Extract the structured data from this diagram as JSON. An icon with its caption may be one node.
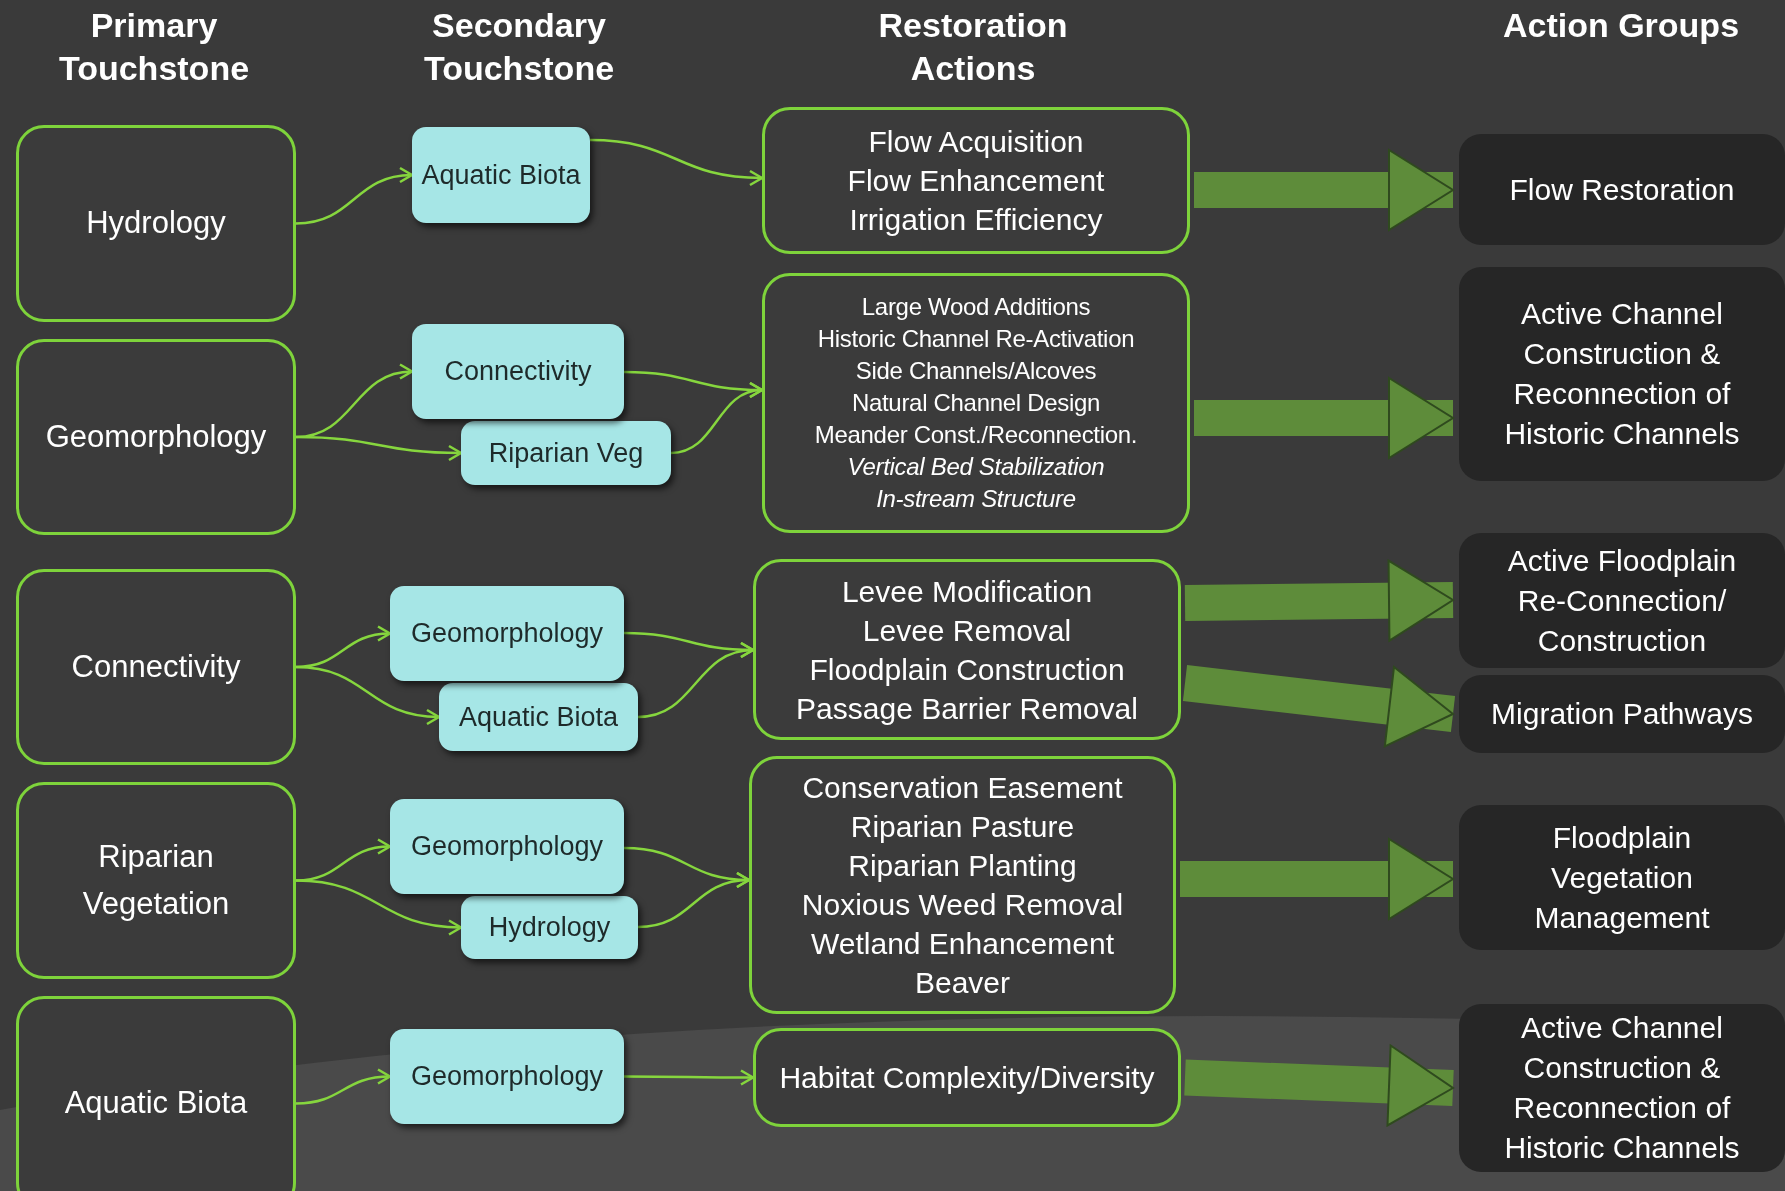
{
  "diagram": {
    "nodes": [
      {
        "text": [
          "Hydrology"
        ]
      },
      {
        "text": [
          "Aquatic Biota"
        ]
      },
      {
        "text": [
          "Flow Acquisition",
          "Flow Enhancement",
          "Irrigation Efficiency"
        ]
      },
      {
        "text": [
          "Flow Restoration"
        ]
      },
      {
        "text": [
          "Geomorphology"
        ]
      },
      {
        "text": [
          "Connectivity"
        ]
      },
      {
        "text": [
          "Riparian Veg"
        ]
      },
      {
        "text": [
          "Large Wood Additions",
          "Historic Channel Re-Activation",
          "Side Channels/Alcoves",
          "Natural Channel Design",
          "Meander Const./Reconnection.",
          "*Vertical Bed Stabilization*",
          "*In-stream Structure*"
        ]
      },
      {
        "text": [
          "Active Channel Construction & Reconnection of Historic Channels"
        ]
      },
      {
        "text": [
          "Connectivity"
        ]
      },
      {
        "text": [
          "Geomorphology"
        ]
      },
      {
        "text": [
          "Aquatic Biota"
        ]
      },
      {
        "text": [
          "Levee Modification",
          "Levee Removal",
          "Floodplain Construction",
          "Passage Barrier Removal"
        ]
      },
      {
        "text": [
          "Active Floodplain Re-Connection/ Construction"
        ]
      },
      {
        "text": [
          "Migration Pathways"
        ]
      },
      {
        "text": [
          "Riparian Vegetation"
        ]
      },
      {
        "text": [
          "Geomorphology"
        ]
      },
      {
        "text": [
          "Hydrology"
        ]
      },
      {
        "text": [
          "Conservation Easement",
          "Riparian Pasture",
          "Riparian Planting",
          "Noxious  Weed Removal",
          "Wetland Enhancement",
          "Beaver"
        ]
      },
      {
        "text": [
          "Floodplain Vegetation Management"
        ]
      },
      {
        "text": [
          "Aquatic Biota"
        ]
      },
      {
        "text": [
          "Geomorphology"
        ]
      },
      {
        "text": [
          "Habitat Complexity/Diversity"
        ]
      },
      {
        "text": [
          "Active Channel Construction & Reconnection of Historic Channels"
        ]
      }
    ],
    "edges": [
      {
        "from": 0,
        "to": 1,
        "arrow": "to"
      },
      {
        "from": 1,
        "to": 2,
        "arrow": "to"
      },
      {
        "from": 2,
        "to": 3,
        "arrow": "to",
        "style": "thick",
        "color": "#5e8c3a"
      },
      {
        "from": 4,
        "to": 5,
        "arrow": "to"
      },
      {
        "from": 4,
        "to": 6,
        "arrow": "to"
      },
      {
        "from": 5,
        "to": 7,
        "arrow": "to"
      },
      {
        "from": 6,
        "to": 7,
        "arrow": "to"
      },
      {
        "from": 7,
        "to": 8,
        "arrow": "to",
        "style": "thick",
        "color": "#5e8c3a"
      },
      {
        "from": 9,
        "to": 10,
        "arrow": "to"
      },
      {
        "from": 9,
        "to": 11,
        "arrow": "to"
      },
      {
        "from": 10,
        "to": 12,
        "arrow": "to"
      },
      {
        "from": 11,
        "to": 12,
        "arrow": "to"
      },
      {
        "from": 12,
        "to": 13,
        "arrow": "to",
        "style": "thick",
        "color": "#5e8c3a"
      },
      {
        "from": 12,
        "to": 14,
        "arrow": "to",
        "style": "thick",
        "color": "#5e8c3a"
      },
      {
        "from": 15,
        "to": 16,
        "arrow": "to"
      },
      {
        "from": 15,
        "to": 17,
        "arrow": "to"
      },
      {
        "from": 16,
        "to": 18,
        "arrow": "to"
      },
      {
        "from": 17,
        "to": 18,
        "arrow": "to"
      },
      {
        "from": 18,
        "to": 19,
        "arrow": "to",
        "style": "thick",
        "color": "#5e8c3a"
      },
      {
        "from": 20,
        "to": 21,
        "arrow": "to"
      },
      {
        "from": 21,
        "to": 22,
        "arrow": "to"
      },
      {
        "from": 22,
        "to": 23,
        "arrow": "to",
        "style": "thick",
        "color": "#5e8c3a"
      }
    ],
    "labels": [
      "Primary Touchstone",
      "Secondary Touchstone",
      "Restoration Actions",
      "Action Groups"
    ]
  }
}
